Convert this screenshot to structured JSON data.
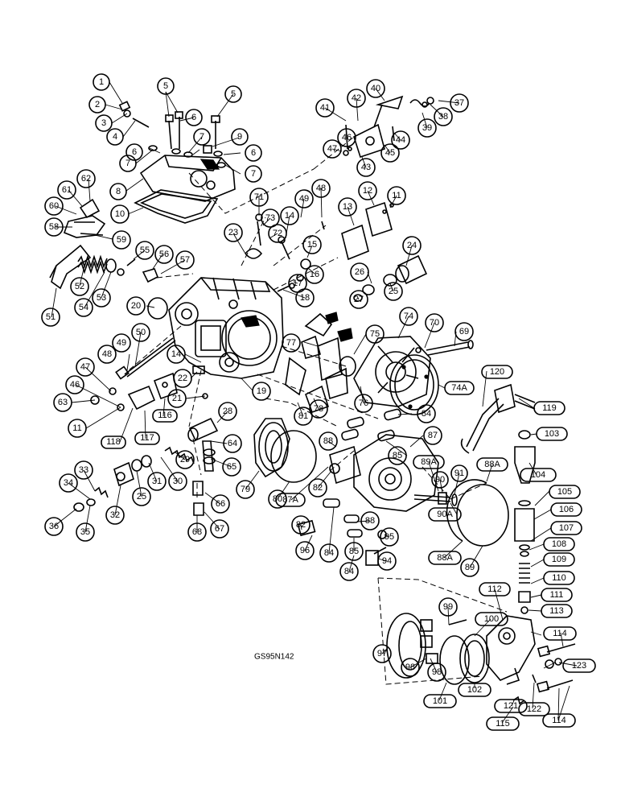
{
  "diagram": {
    "reference_code": "GS95N142",
    "callouts": [
      "1",
      "2",
      "3",
      "4",
      "5",
      "5",
      "6",
      "6",
      "7",
      "7",
      "7",
      "6",
      "8",
      "9",
      "10",
      "62",
      "61",
      "60",
      "58",
      "59",
      "51",
      "52",
      "54",
      "53",
      "55",
      "56",
      "57",
      "71",
      "73",
      "72",
      "14",
      "49",
      "48",
      "23",
      "20",
      "15",
      "16",
      "17",
      "18",
      "13",
      "12",
      "11",
      "24",
      "26",
      "25",
      "27",
      "41",
      "42",
      "40",
      "37",
      "38",
      "39",
      "46",
      "47",
      "44",
      "45",
      "43",
      "50",
      "48",
      "49",
      "47",
      "46",
      "63",
      "11",
      "118",
      "117",
      "116",
      "21",
      "22",
      "14",
      "19",
      "77",
      "75",
      "74",
      "70",
      "69",
      "120",
      "74A",
      "119",
      "103",
      "78",
      "76",
      "81",
      "84",
      "28",
      "64",
      "65",
      "29",
      "30",
      "31",
      "25",
      "33",
      "34",
      "32",
      "35",
      "36",
      "66",
      "67",
      "68",
      "79",
      "80",
      "88",
      "85",
      "87",
      "82",
      "87A",
      "89A",
      "90",
      "91",
      "88A",
      "104",
      "105",
      "106",
      "107",
      "108",
      "109",
      "110",
      "111",
      "113",
      "90A",
      "88",
      "95",
      "96",
      "84",
      "85",
      "84",
      "94",
      "89",
      "88A",
      "112",
      "82",
      "97",
      "98",
      "98",
      "99",
      "100",
      "101",
      "102",
      "114",
      "123",
      "121",
      "122",
      "115",
      "114"
    ]
  }
}
